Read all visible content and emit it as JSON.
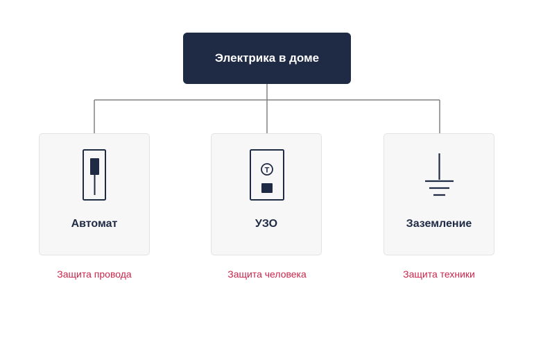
{
  "root": {
    "title": "Электрика в доме"
  },
  "cards": [
    {
      "label": "Автомат",
      "caption": "Защита провода",
      "icon": "circuit-breaker-icon"
    },
    {
      "label": "УЗО",
      "caption": "Защита человека",
      "icon": "rcd-icon",
      "icon_text": "T"
    },
    {
      "label": "Заземление",
      "caption": "Защита техники",
      "icon": "ground-icon"
    }
  ],
  "colors": {
    "root_background": "#1f2a44",
    "root_text": "#ffffff",
    "card_background": "#f7f7f8",
    "card_border": "#e3e3e6",
    "label": "#1f2a44",
    "caption": "#c8264b",
    "connector": "#808080"
  }
}
